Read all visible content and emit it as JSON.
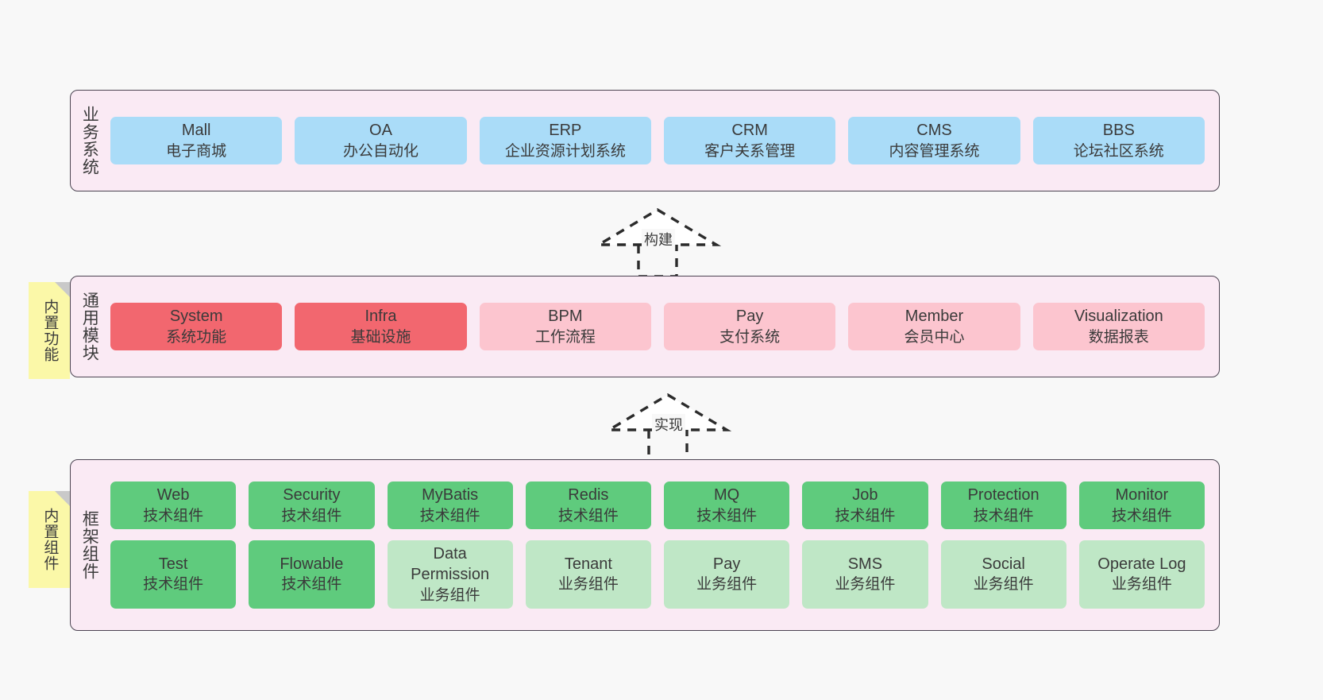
{
  "diagram": {
    "background": "#f8f8f8",
    "panel_fill": "#faeaf4",
    "panel_border": "#4c4452",
    "note_fill": "#fbf8a8"
  },
  "layers": [
    {
      "id": "business-systems",
      "title": "业务系统",
      "note": null,
      "rows": [
        {
          "cards": [
            {
              "name": "Mall",
              "desc": "电子商城",
              "color": "#aadcf8",
              "style": "c-blue"
            },
            {
              "name": "OA",
              "desc": "办公自动化",
              "color": "#aadcf8",
              "style": "c-blue"
            },
            {
              "name": "ERP",
              "desc": "企业资源计划系统",
              "color": "#aadcf8",
              "style": "c-blue"
            },
            {
              "name": "CRM",
              "desc": "客户关系管理",
              "color": "#aadcf8",
              "style": "c-blue"
            },
            {
              "name": "CMS",
              "desc": "内容管理系统",
              "color": "#aadcf8",
              "style": "c-blue"
            },
            {
              "name": "BBS",
              "desc": "论坛社区系统",
              "color": "#aadcf8",
              "style": "c-blue"
            }
          ]
        }
      ]
    },
    {
      "id": "common-modules",
      "title": "通用模块",
      "note": "内置功能",
      "rows": [
        {
          "cards": [
            {
              "name": "System",
              "desc": "系统功能",
              "color": "#f2676f",
              "style": "c-red"
            },
            {
              "name": "Infra",
              "desc": "基础设施",
              "color": "#f2676f",
              "style": "c-red"
            },
            {
              "name": "BPM",
              "desc": "工作流程",
              "color": "#fcc5cf",
              "style": "c-pink"
            },
            {
              "name": "Pay",
              "desc": "支付系统",
              "color": "#fcc5cf",
              "style": "c-pink"
            },
            {
              "name": "Member",
              "desc": "会员中心",
              "color": "#fcc5cf",
              "style": "c-pink"
            },
            {
              "name": "Visualization",
              "desc": "数据报表",
              "color": "#fcc5cf",
              "style": "c-pink"
            }
          ]
        }
      ]
    },
    {
      "id": "framework-components",
      "title": "框架组件",
      "note": "内置组件",
      "rows": [
        {
          "cards": [
            {
              "name": "Web",
              "desc": "技术组件",
              "color": "#5fcb7d",
              "style": "c-green"
            },
            {
              "name": "Security",
              "desc": "技术组件",
              "color": "#5fcb7d",
              "style": "c-green"
            },
            {
              "name": "MyBatis",
              "desc": "技术组件",
              "color": "#5fcb7d",
              "style": "c-green"
            },
            {
              "name": "Redis",
              "desc": "技术组件",
              "color": "#5fcb7d",
              "style": "c-green"
            },
            {
              "name": "MQ",
              "desc": "技术组件",
              "color": "#5fcb7d",
              "style": "c-green"
            },
            {
              "name": "Job",
              "desc": "技术组件",
              "color": "#5fcb7d",
              "style": "c-green"
            },
            {
              "name": "Protection",
              "desc": "技术组件",
              "color": "#5fcb7d",
              "style": "c-green"
            },
            {
              "name": "Monitor",
              "desc": "技术组件",
              "color": "#5fcb7d",
              "style": "c-green"
            }
          ]
        },
        {
          "cards": [
            {
              "name": "Test",
              "desc": "技术组件",
              "color": "#5fcb7d",
              "style": "c-green"
            },
            {
              "name": "Flowable",
              "desc": "技术组件",
              "color": "#5fcb7d",
              "style": "c-green"
            },
            {
              "name": "Data Permission",
              "desc": "业务组件",
              "color": "#bfe7c6",
              "style": "c-greenlight"
            },
            {
              "name": "Tenant",
              "desc": "业务组件",
              "color": "#bfe7c6",
              "style": "c-greenlight"
            },
            {
              "name": "Pay",
              "desc": "业务组件",
              "color": "#bfe7c6",
              "style": "c-greenlight"
            },
            {
              "name": "SMS",
              "desc": "业务组件",
              "color": "#bfe7c6",
              "style": "c-greenlight"
            },
            {
              "name": "Social",
              "desc": "业务组件",
              "color": "#bfe7c6",
              "style": "c-greenlight"
            },
            {
              "name": "Operate Log",
              "desc": "业务组件",
              "color": "#bfe7c6",
              "style": "c-greenlight"
            }
          ]
        }
      ]
    }
  ],
  "connectors": [
    {
      "id": "build",
      "label": "构建",
      "from": "common-modules",
      "to": "business-systems"
    },
    {
      "id": "implement",
      "label": "实现",
      "from": "framework-components",
      "to": "common-modules"
    }
  ]
}
